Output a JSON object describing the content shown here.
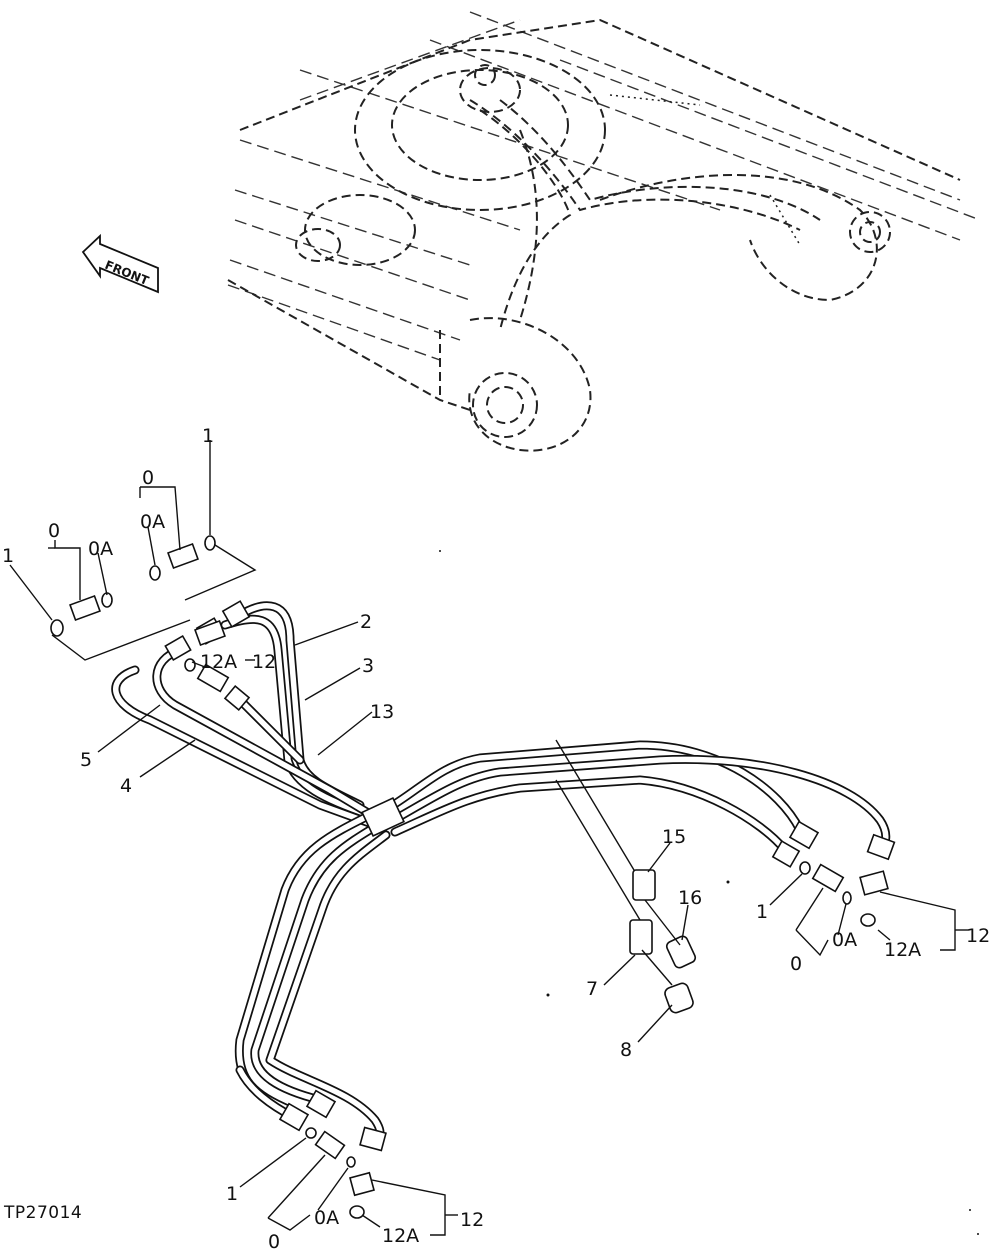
{
  "figure_id": "TP27014",
  "front_arrow_label": "FRONT",
  "callouts": {
    "c1_left": "1",
    "c1_top": "1",
    "c0_left": "0",
    "c0a_left": "0A",
    "c0_mid": "0",
    "c0a_mid": "0A",
    "c2": "2",
    "c3": "3",
    "c4": "4",
    "c5": "5",
    "c12a_top": "12A",
    "c12_top": "12",
    "c13": "13",
    "c15": "15",
    "c16": "16",
    "c7": "7",
    "c8": "8",
    "c1_right": "1",
    "c0_right": "0",
    "c0a_right": "0A",
    "c12a_right": "12A",
    "c12_right": "12",
    "c1_bottom": "1",
    "c0_bottom": "0",
    "c0a_bottom": "0A",
    "c12a_bottom": "12A",
    "c12_bottom": "12"
  }
}
